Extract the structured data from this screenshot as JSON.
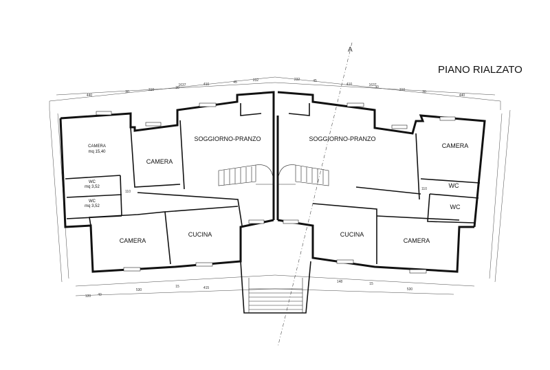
{
  "title": "PIANO RIALZATO",
  "section_mark": "A",
  "rooms": {
    "camera_a_label": "CAMERA",
    "camera_a_area": "mq 15,40",
    "camera_b": "CAMERA",
    "wc_a_label": "WC",
    "wc_a_area": "mq 3,52",
    "wc_b_label": "WC",
    "wc_b_area": "mq 3,52",
    "camera_c": "CAMERA",
    "cucina_left": "CUCINA",
    "soggiorno_left": "SOGGIORNO-PRANZO",
    "soggiorno_right": "SOGGIORNO-PRANZO",
    "cucina_right": "CUCINA",
    "camera_right_bottom": "CAMERA",
    "camera_right_top": "CAMERA",
    "wc_right_top": "WC",
    "wc_right_bottom": "WC"
  },
  "dimensions": {
    "top_left": [
      "440",
      "30",
      "310",
      "30",
      "410",
      "45",
      "232"
    ],
    "top_left_total": "1637",
    "top_right": [
      "232",
      "45",
      "410",
      "30",
      "310",
      "30",
      "440"
    ],
    "top_right_total": "1637",
    "bottom_left": [
      "120",
      "40",
      "530",
      "15",
      "415"
    ],
    "bottom_right": [
      "148",
      "15",
      "530"
    ],
    "inner_110_left": "110",
    "inner_110_right": "110"
  }
}
